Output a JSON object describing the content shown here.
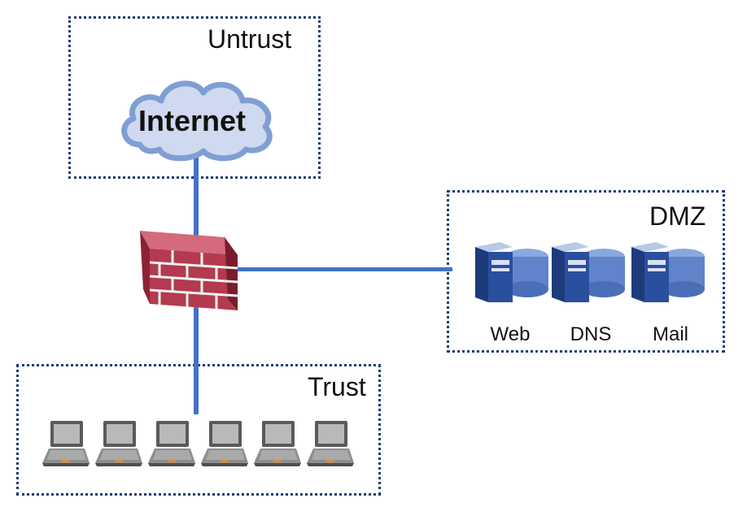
{
  "zones": {
    "untrust": {
      "label": "Untrust"
    },
    "dmz": {
      "label": "DMZ"
    },
    "trust": {
      "label": "Trust"
    }
  },
  "internet": {
    "label": "Internet",
    "icon": "cloud-icon"
  },
  "firewall": {
    "icon": "firewall-icon"
  },
  "dmz_servers": [
    {
      "label": "Web",
      "icon": "server-icon"
    },
    {
      "label": "DNS",
      "icon": "server-icon"
    },
    {
      "label": "Mail",
      "icon": "server-icon"
    }
  ],
  "trust_hosts": [
    {
      "icon": "laptop-icon"
    },
    {
      "icon": "laptop-icon"
    },
    {
      "icon": "laptop-icon"
    },
    {
      "icon": "laptop-icon"
    },
    {
      "icon": "laptop-icon"
    },
    {
      "icon": "laptop-icon"
    }
  ],
  "colors": {
    "link": "#4472c4",
    "zone_border": "#1f3b7a",
    "cloud_fill": "#cfd9ef",
    "cloud_stroke": "#7f9fd4",
    "brick": "#b33a4f",
    "server_front": "#2a4f9e",
    "disk": "#5f84c9"
  }
}
